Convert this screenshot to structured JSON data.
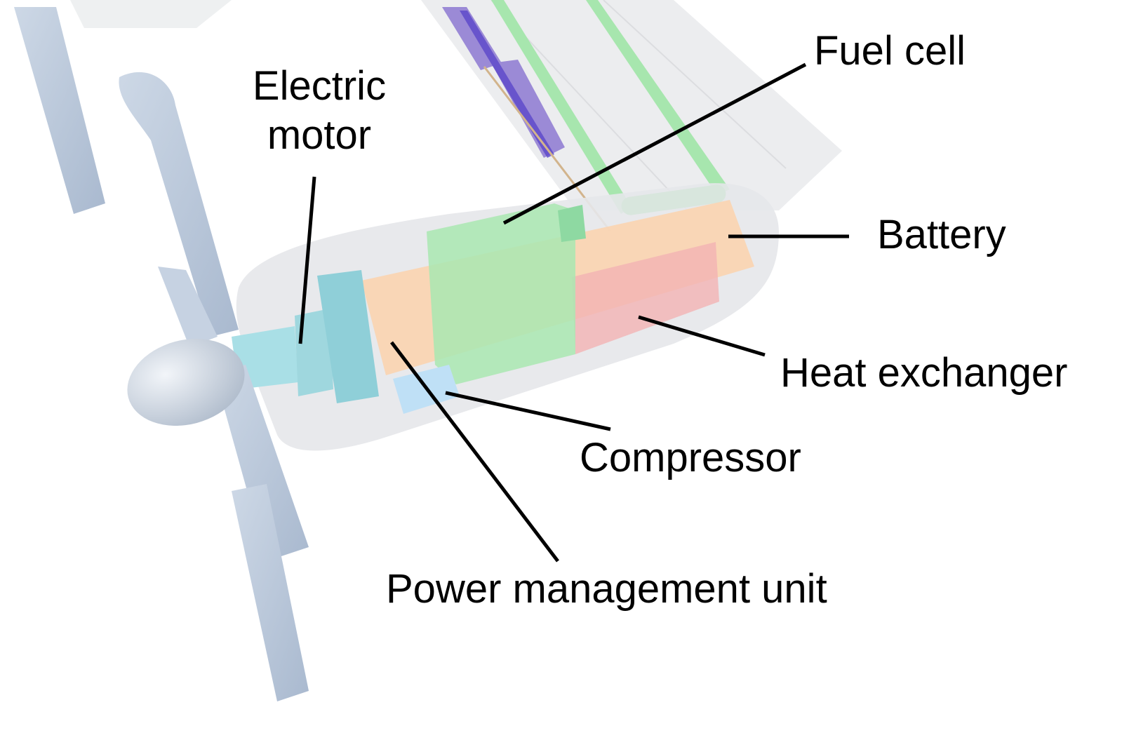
{
  "labels": {
    "electric_motor_line1": "Electric",
    "electric_motor_line2": "motor",
    "fuel_cell": "Fuel cell",
    "battery": "Battery",
    "heat_exchanger": "Heat exchanger",
    "compressor": "Compressor",
    "power_management_unit": "Power management unit"
  },
  "colors": {
    "wing": "#e9eaec",
    "nacelle": "#e6e7ea",
    "propeller": "#b9c7d9",
    "motor": "#9fd7de",
    "battery": "#fbd2ad",
    "fuel_cell": "#a9e7b2",
    "heat_exchanger": "#f2b3b4",
    "compressor": "#bfe0f6",
    "hydrogen_pipe": "#6ee07c",
    "wiring": "#9b8ad6",
    "leader_line": "#000000"
  }
}
